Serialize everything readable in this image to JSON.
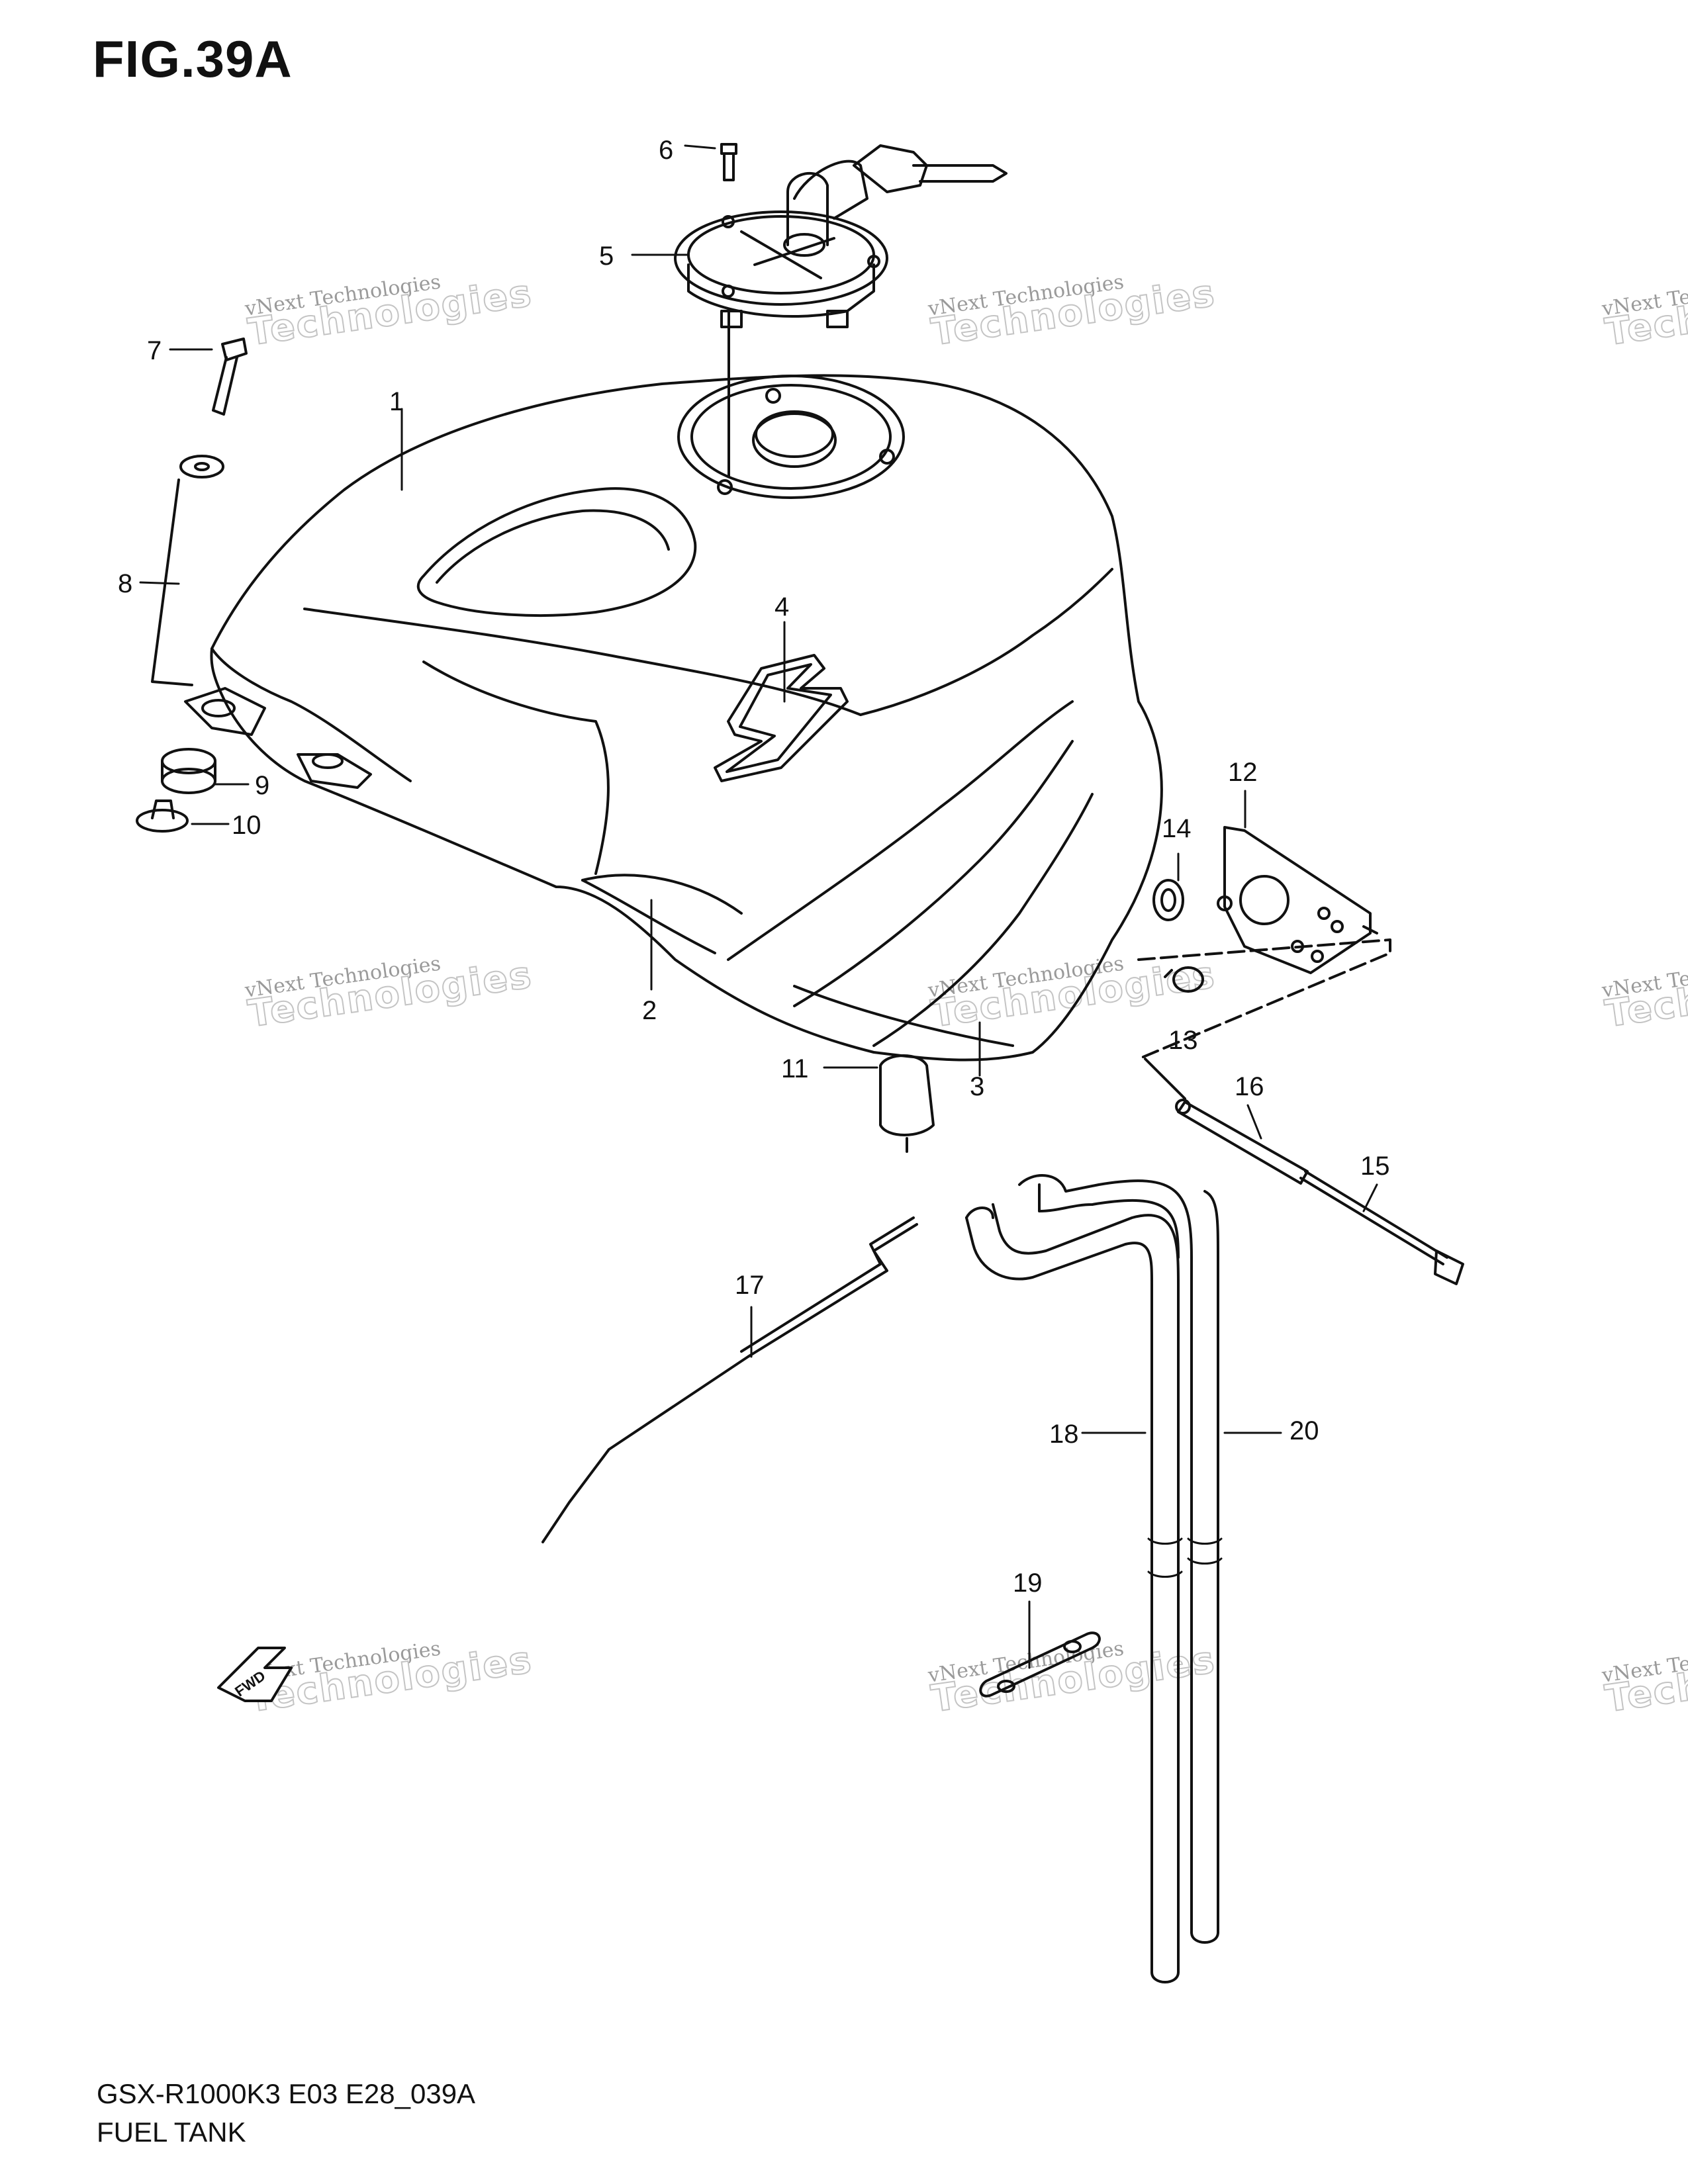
{
  "figure": {
    "title": "FIG.39A"
  },
  "footer": {
    "model_code": "GSX-R1000K3 E03 E28_039A",
    "section_name": "FUEL TANK"
  },
  "watermark": {
    "line1": "vNext Technologies",
    "line2": "Technologies"
  },
  "fwd_marker": "FWD",
  "callouts": [
    "1",
    "2",
    "3",
    "4",
    "5",
    "6",
    "7",
    "8",
    "9",
    "10",
    "11",
    "12",
    "13",
    "14",
    "15",
    "16",
    "17",
    "18",
    "19",
    "20"
  ],
  "colors": {
    "line": "#111111",
    "watermark": "#c4c4c4",
    "background": "#ffffff"
  }
}
